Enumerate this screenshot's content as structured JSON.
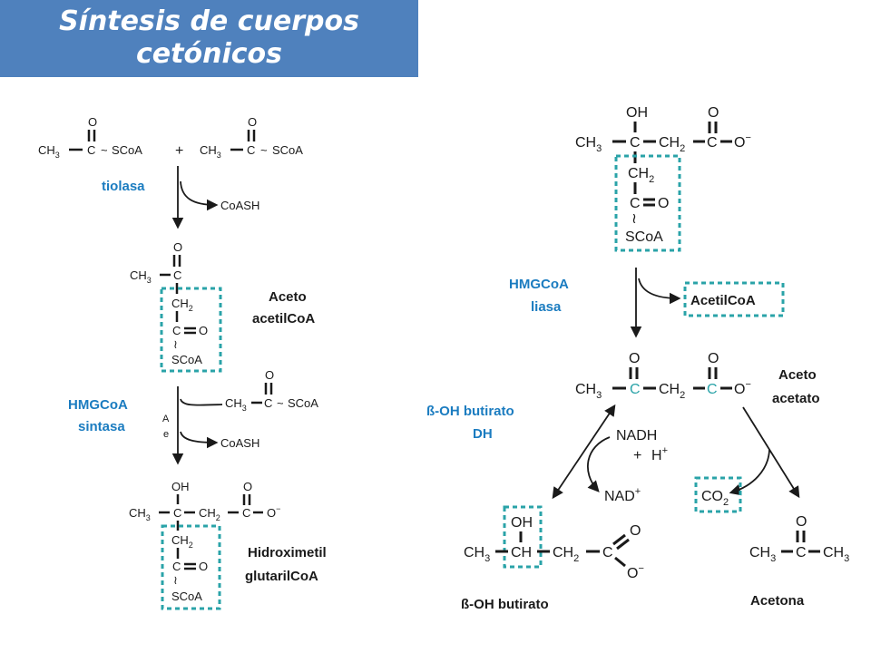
{
  "title": {
    "line1": "Síntesis de cuerpos",
    "line2": "cetónicos"
  },
  "enzymes": {
    "tiolasa": "tiolasa",
    "hmg_sintasa_1": "HMGCoA",
    "hmg_sintasa_2": "sintasa",
    "hmg_liasa_1": "HMGCoA",
    "hmg_liasa_2": "liasa",
    "bdh_1": "ß-OH butirato",
    "bdh_2": "DH"
  },
  "labels": {
    "acetoacetilcoa_1": "Aceto",
    "acetoacetilcoa_2": "acetilCoA",
    "hmgcoa_1": "Hidroximetil",
    "hmgcoa_2": "glutarilCoA",
    "acetoacetato_1": "Aceto",
    "acetoacetato_2": "acetato",
    "boh_butirato": "ß-OH butirato",
    "acetona": "Acetona",
    "acetilcoa_box": "AcetilCoA"
  },
  "cofactors": {
    "coash_1": "CoASH",
    "coash_2": "CoASH",
    "nadh": "NADH",
    "plus_h_plus": "+",
    "h": "H",
    "nad": "NAD",
    "co2": "CO",
    "side_a": "A",
    "side_e": "e",
    "plus": "+"
  },
  "atoms": {
    "O": "O",
    "C": "C",
    "CH": "CH",
    "CH3": "CH",
    "CH2": "CH",
    "OH": "OH",
    "SCoA": "SCoA",
    "tilde": "~",
    "sub2": "2",
    "sub3": "3",
    "minus": "−",
    "plus_sup": "+",
    "wavy": "≀"
  }
}
